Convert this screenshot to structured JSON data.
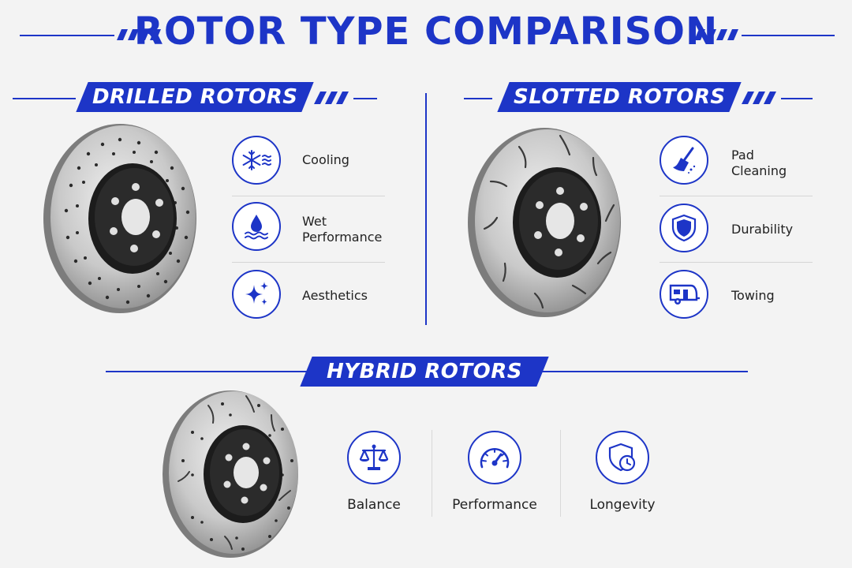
{
  "title": "ROTOR TYPE COMPARISON",
  "accent_color": "#1d35c7",
  "sections": {
    "drilled": {
      "heading": "DRILLED ROTORS",
      "features": [
        {
          "label": "Cooling",
          "icon": "snowflake-icon"
        },
        {
          "label": "Wet Performance",
          "icon": "water-drop-icon"
        },
        {
          "label": "Aesthetics",
          "icon": "sparkle-icon"
        }
      ]
    },
    "slotted": {
      "heading": "SLOTTED ROTORS",
      "features": [
        {
          "label": "Pad Cleaning",
          "icon": "broom-icon"
        },
        {
          "label": "Durability",
          "icon": "shield-icon"
        },
        {
          "label": "Towing",
          "icon": "camper-trailer-icon"
        }
      ]
    },
    "hybrid": {
      "heading": "HYBRID ROTORS",
      "features": [
        {
          "label": "Balance",
          "icon": "scales-icon"
        },
        {
          "label": "Performance",
          "icon": "speedometer-icon"
        },
        {
          "label": "Longevity",
          "icon": "shield-clock-icon"
        }
      ]
    }
  }
}
